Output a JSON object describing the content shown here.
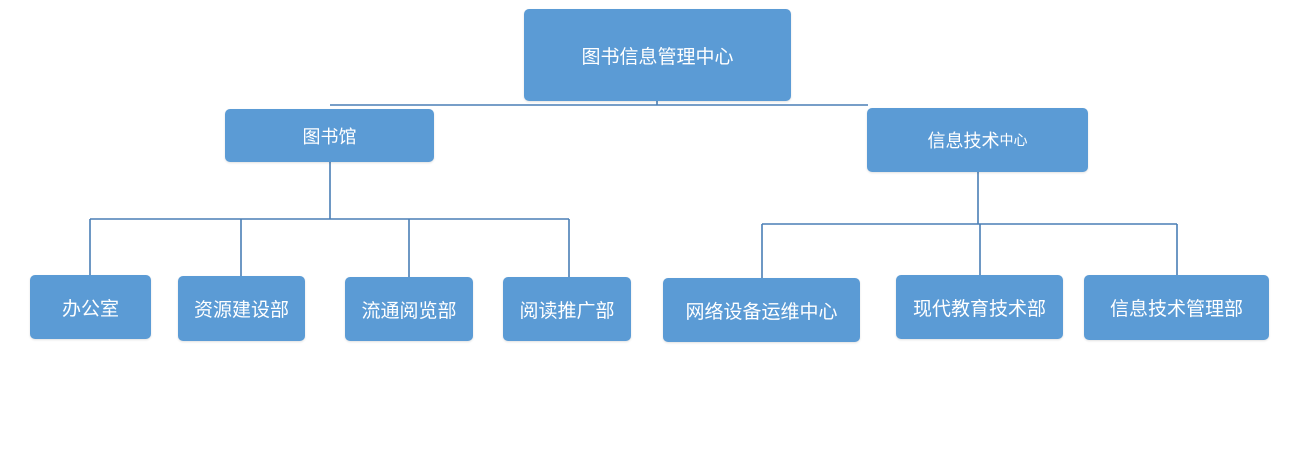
{
  "org_chart": {
    "root": {
      "label": "图书信息管理中心"
    },
    "library": {
      "label": "图书馆",
      "children": [
        {
          "label": "办公室"
        },
        {
          "label": "资源建设部"
        },
        {
          "label": "流通阅览部"
        },
        {
          "label": "阅读推广部"
        }
      ]
    },
    "info_tech_center": {
      "label_main": "信息技术",
      "label_small": "中心",
      "children": [
        {
          "label": "网络设备运维中心"
        },
        {
          "label": "现代教育技术部"
        },
        {
          "label": "信息技术管理部"
        }
      ]
    },
    "colors": {
      "node_fill": "#5b9bd5",
      "connector": "#4a7fb5",
      "text": "#ffffff"
    }
  }
}
